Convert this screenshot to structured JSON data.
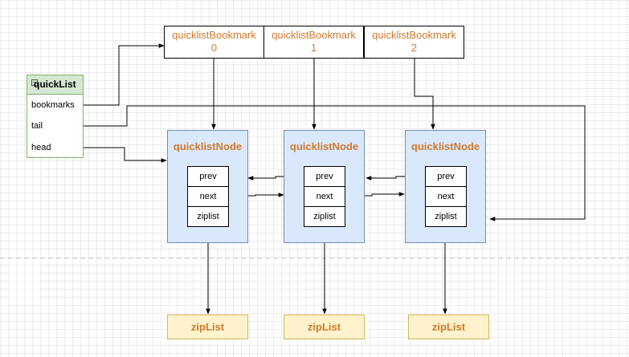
{
  "quicklist": {
    "title": "quickList",
    "fields": [
      "bookmarks",
      "tail",
      "head"
    ]
  },
  "bookmarks": [
    {
      "label": "quicklistBookmark",
      "index": "0"
    },
    {
      "label": "quicklistBookmark",
      "index": "1"
    },
    {
      "label": "quicklistBookmark",
      "index": "2"
    }
  ],
  "nodes": [
    {
      "title": "quicklistNode",
      "fields": [
        "prev",
        "next",
        "ziplist"
      ]
    },
    {
      "title": "quicklistNode",
      "fields": [
        "prev",
        "next",
        "ziplist"
      ]
    },
    {
      "title": "quicklistNode",
      "fields": [
        "prev",
        "next",
        "ziplist"
      ]
    }
  ],
  "ziplists": [
    {
      "label": "zipList"
    },
    {
      "label": "zipList"
    },
    {
      "label": "zipList"
    }
  ],
  "colors": {
    "ql_fill": "#d5e8d4",
    "ql_stroke": "#82b366",
    "node_fill": "#dae8fc",
    "node_stroke": "#6c8ebf",
    "zip_fill": "#fff2cc",
    "zip_stroke": "#d6b656",
    "title_text": "#d07a2e"
  }
}
